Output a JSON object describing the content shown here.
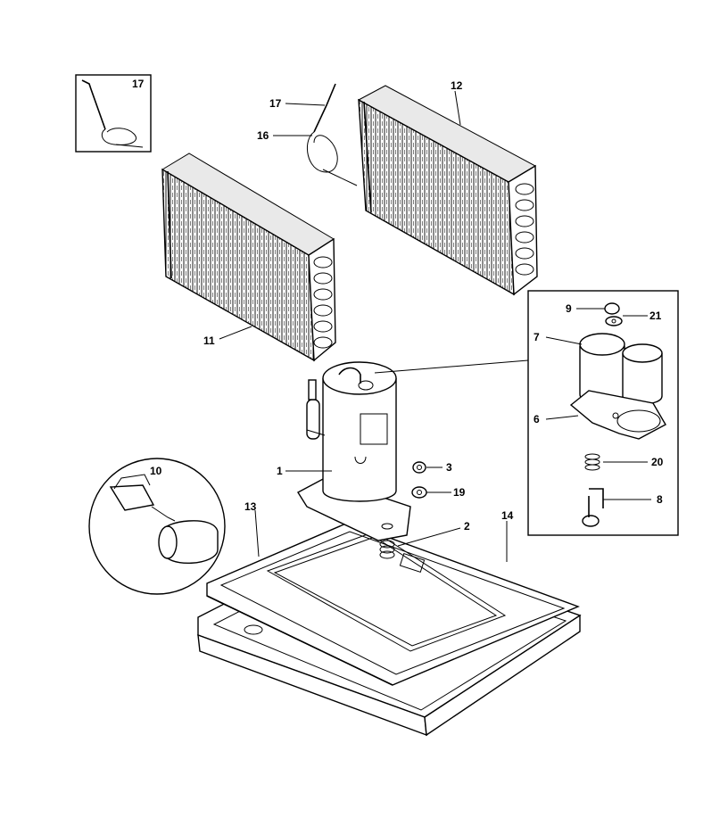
{
  "callouts": [
    {
      "id": "c17a",
      "text": "17"
    },
    {
      "id": "c12",
      "text": "12"
    },
    {
      "id": "c17b",
      "text": "17"
    },
    {
      "id": "c16",
      "text": "16"
    },
    {
      "id": "c11",
      "text": "11"
    },
    {
      "id": "c9",
      "text": "9"
    },
    {
      "id": "c21",
      "text": "21"
    },
    {
      "id": "c7",
      "text": "7"
    },
    {
      "id": "c6",
      "text": "6"
    },
    {
      "id": "c20",
      "text": "20"
    },
    {
      "id": "c8",
      "text": "8"
    },
    {
      "id": "c1",
      "text": "1"
    },
    {
      "id": "c3",
      "text": "3"
    },
    {
      "id": "c19",
      "text": "19"
    },
    {
      "id": "c10",
      "text": "10"
    },
    {
      "id": "c13",
      "text": "13"
    },
    {
      "id": "c2",
      "text": "2"
    },
    {
      "id": "c14",
      "text": "14"
    }
  ]
}
